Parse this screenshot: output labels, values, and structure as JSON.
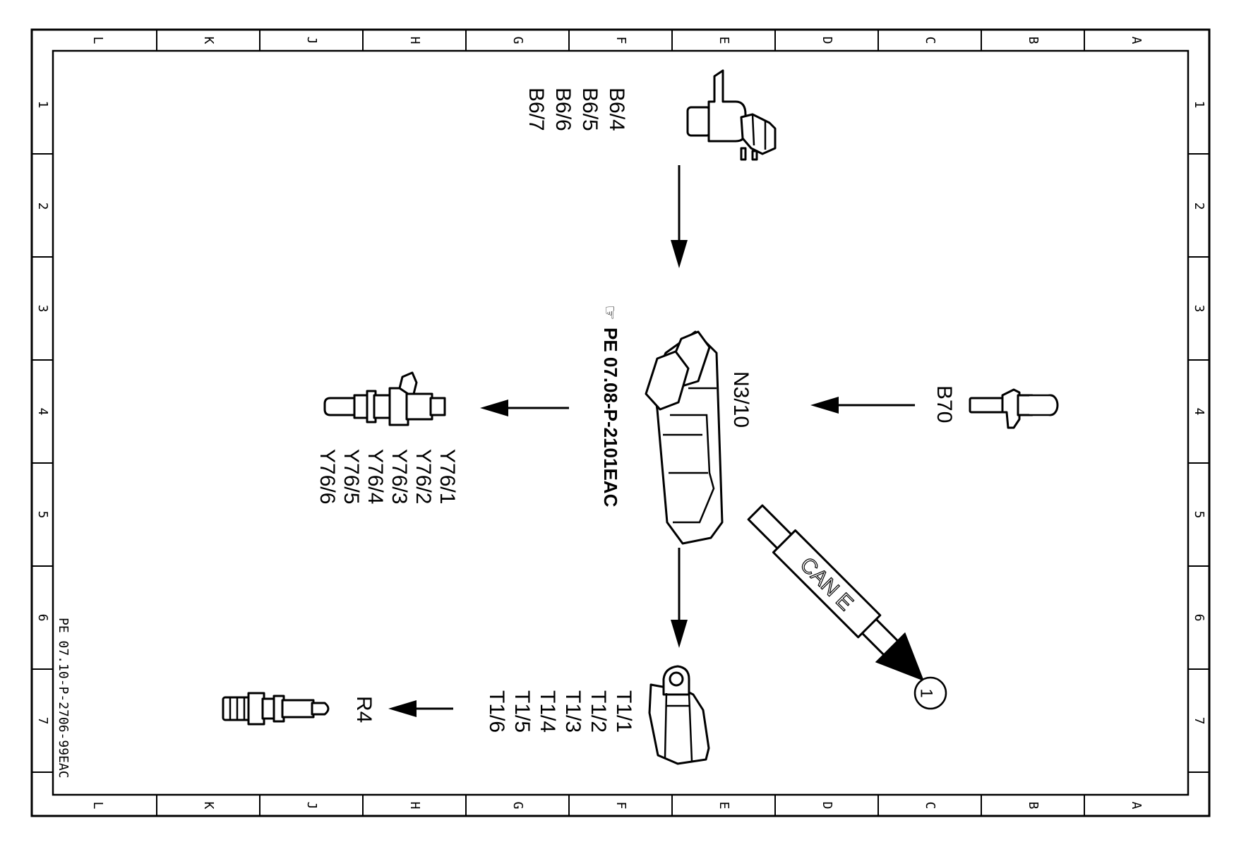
{
  "grid": {
    "columns": [
      "L",
      "K",
      "J",
      "H",
      "G",
      "F",
      "E",
      "D",
      "C",
      "B",
      "A"
    ],
    "rows": [
      "1",
      "2",
      "3",
      "4",
      "5",
      "6",
      "7"
    ]
  },
  "drawing_number": "PE 07.10-P-2706-99EAC",
  "ecu": {
    "label": "N3/10",
    "reference": "PE 07.08-P-2101EAC"
  },
  "components": {
    "camshaft_sensors": [
      "B6/4",
      "B6/5",
      "B6/6",
      "B6/7"
    ],
    "crankshaft_sensor": "B70",
    "injectors": [
      "Y76/1",
      "Y76/2",
      "Y76/3",
      "Y76/4",
      "Y76/5",
      "Y76/6"
    ],
    "ignition_coils": [
      "T1/1",
      "T1/2",
      "T1/3",
      "T1/4",
      "T1/5",
      "T1/6"
    ],
    "spark_plug": "R4"
  },
  "bus": {
    "label": "CAN E",
    "target": "1"
  }
}
